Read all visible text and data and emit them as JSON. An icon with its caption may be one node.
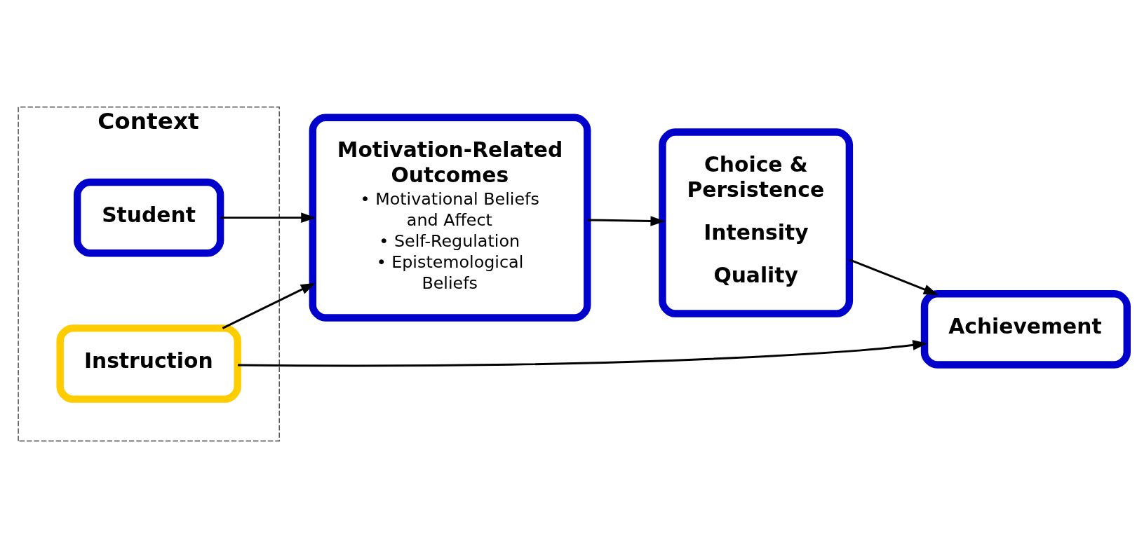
{
  "diagram": {
    "nodes": [
      {
        "text": [
          "Context"
        ]
      },
      {
        "text": [
          "Student"
        ],
        "in": 0
      },
      {
        "text": [
          "Instruction"
        ],
        "in": 0
      },
      {
        "text": [
          "Motivation-Related Outcomes",
          "• Motivational Beliefs and Affect",
          "• Self-Regulation",
          "• Epistemological Beliefs"
        ]
      },
      {
        "text": [
          "Choice & Persistence",
          "Intensity",
          "Quality"
        ]
      },
      {
        "text": [
          "Achievement"
        ]
      }
    ],
    "edges": [
      {
        "from": 1,
        "to": 3,
        "arrow": "to"
      },
      {
        "from": 2,
        "to": 3,
        "arrow": "to"
      },
      {
        "from": 3,
        "to": 4,
        "arrow": "to"
      },
      {
        "from": 4,
        "to": 5,
        "arrow": "to"
      },
      {
        "from": 2,
        "to": 5,
        "arrow": "to"
      }
    ]
  }
}
